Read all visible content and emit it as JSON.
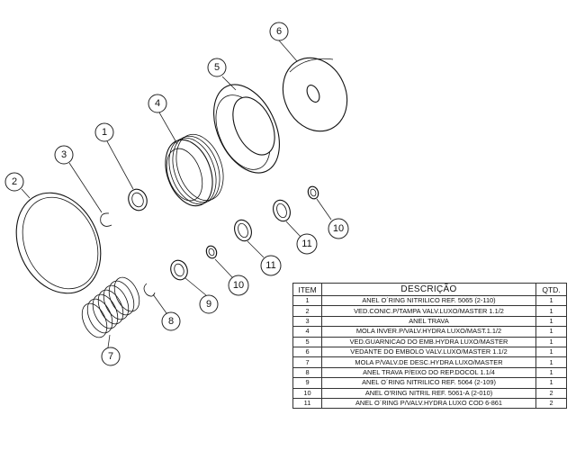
{
  "table": {
    "headers": {
      "item": "ITEM",
      "description": "DESCRIÇÃO",
      "qty": "QTD."
    },
    "rows": [
      {
        "item": "1",
        "description": "ANEL O´RING NITRILICO REF. 5065 (2-110)",
        "qty": "1"
      },
      {
        "item": "2",
        "description": "VED.CONIC.P/TAMPA VALV.LUXO/MASTER 1.1/2",
        "qty": "1"
      },
      {
        "item": "3",
        "description": "ANEL TRAVA",
        "qty": "1"
      },
      {
        "item": "4",
        "description": "MOLA INVER.P/VALV.HYDRA LUXO/MAST.1.1/2",
        "qty": "1"
      },
      {
        "item": "5",
        "description": "VED.GUARNICAO DO EMB.HYDRA LUXO/MASTER",
        "qty": "1"
      },
      {
        "item": "6",
        "description": "VEDANTE DO EMBOLO VALV.LUXO/MASTER 1.1/2",
        "qty": "1"
      },
      {
        "item": "7",
        "description": "MOLA P/VALV.DE DESC.HYDRA LUXO/MASTER",
        "qty": "1"
      },
      {
        "item": "8",
        "description": "ANEL TRAVA P/EIXO DO REP.DOCOL 1.1/4",
        "qty": "1"
      },
      {
        "item": "9",
        "description": "ANEL O´RING NITRILICO REF. 5064 (2-109)",
        "qty": "1"
      },
      {
        "item": "10",
        "description": "ANEL O'RING NITRIL REF. 5061-A (2-010)",
        "qty": "2"
      },
      {
        "item": "11",
        "description": "ANEL O´RING P/VALV.HYDRA LUXO COD 6-861",
        "qty": "2"
      }
    ]
  },
  "callouts": [
    "1",
    "2",
    "3",
    "4",
    "5",
    "6",
    "7",
    "8",
    "9",
    "10",
    "11",
    "11",
    "10"
  ]
}
